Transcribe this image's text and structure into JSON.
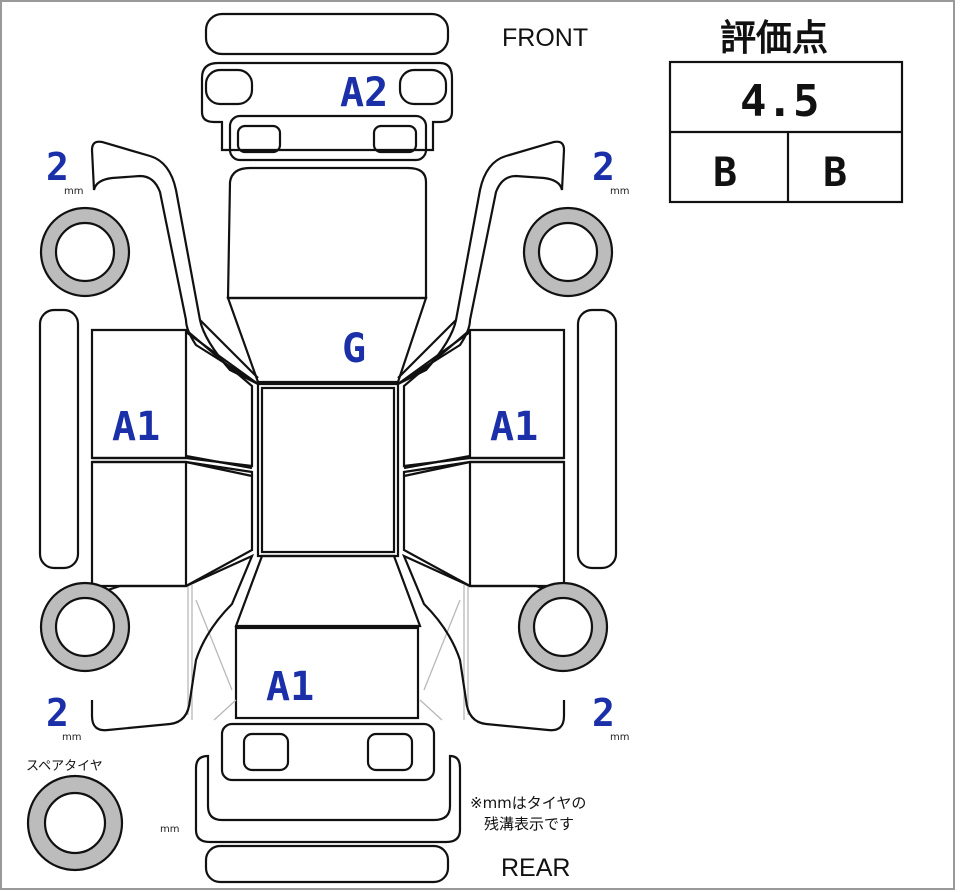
{
  "labels": {
    "front": "FRONT",
    "rear": "REAR",
    "spare_tire": "スペアタイヤ",
    "note_line1": "※mmはタイヤの",
    "note_line2": "残溝表示です",
    "unit_mm": "mm"
  },
  "evaluation": {
    "title": "評価点",
    "score": "4.5",
    "interior_grade": "B",
    "exterior_grade": "B"
  },
  "damage_codes": {
    "front_bumper": "A2",
    "roof": "G",
    "left_side": "A1",
    "right_side": "A1",
    "rear": "A1"
  },
  "tire_tread_mm": {
    "front_left": "2",
    "front_right": "2",
    "rear_left": "2",
    "rear_right": "2"
  },
  "colors": {
    "damage_code": "#1a2fa8",
    "tire_fill": "#bcbcbc",
    "outline": "#111111"
  }
}
